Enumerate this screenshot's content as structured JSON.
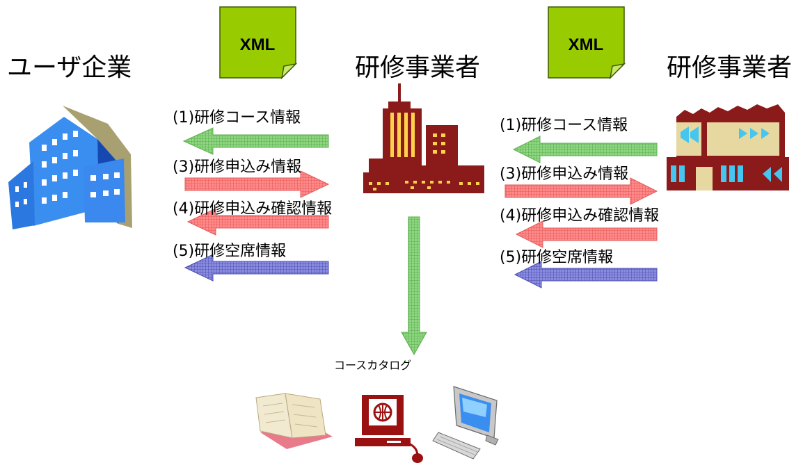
{
  "titles": {
    "user_company": "ユーザ企業",
    "provider_center": "研修事業者",
    "provider_right": "研修事業者"
  },
  "xml_docs": [
    "XML",
    "XML"
  ],
  "left_flows": [
    {
      "label": "(1)研修コース情報",
      "direction": "left",
      "color": "green"
    },
    {
      "label": "(3)研修申込み情報",
      "direction": "right",
      "color": "red"
    },
    {
      "label": "(4)研修申込み確認情報",
      "direction": "left",
      "color": "red"
    },
    {
      "label": "(5)研修空席情報",
      "direction": "left",
      "color": "blue"
    }
  ],
  "right_flows": [
    {
      "label": "(1)研修コース情報",
      "direction": "left",
      "color": "green"
    },
    {
      "label": "(3)研修申込み情報",
      "direction": "right",
      "color": "red"
    },
    {
      "label": "(4)研修申込み確認情報",
      "direction": "left",
      "color": "red"
    },
    {
      "label": "(5)研修空席情報",
      "direction": "left",
      "color": "blue"
    }
  ],
  "catalog_label": "コースカタログ",
  "colors": {
    "green": "#77c86a",
    "red": "#f26d6d",
    "blue": "#6f72c4",
    "xml_doc": "#99cc00",
    "tower": "#8b1a1a",
    "office_blue": "#1f6fe0"
  },
  "icons": [
    "office-building-icon",
    "xml-document-icon",
    "tower-building-icon",
    "shop-building-icon",
    "book-icon",
    "web-terminal-icon",
    "desktop-computer-icon"
  ]
}
